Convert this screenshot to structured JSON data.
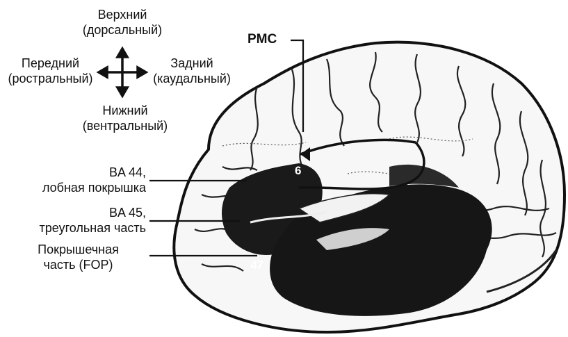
{
  "orientation": {
    "up": [
      "Верхний",
      "(дорсальный)"
    ],
    "left": [
      "Передний",
      "(ростральный)"
    ],
    "right": [
      "Задний",
      "(каудальный)"
    ],
    "down": [
      "Нижний",
      "(вентральный)"
    ]
  },
  "labels": {
    "pmc": "PMC",
    "ba44": [
      "BA 44,",
      "лобная покрышка"
    ],
    "ba45": [
      "BA 45,",
      "треугольная часть"
    ],
    "fop": [
      "Покрышечная",
      "часть (FOP)"
    ]
  },
  "area_numbers": {
    "six": "6",
    "fortyseven": "47"
  }
}
